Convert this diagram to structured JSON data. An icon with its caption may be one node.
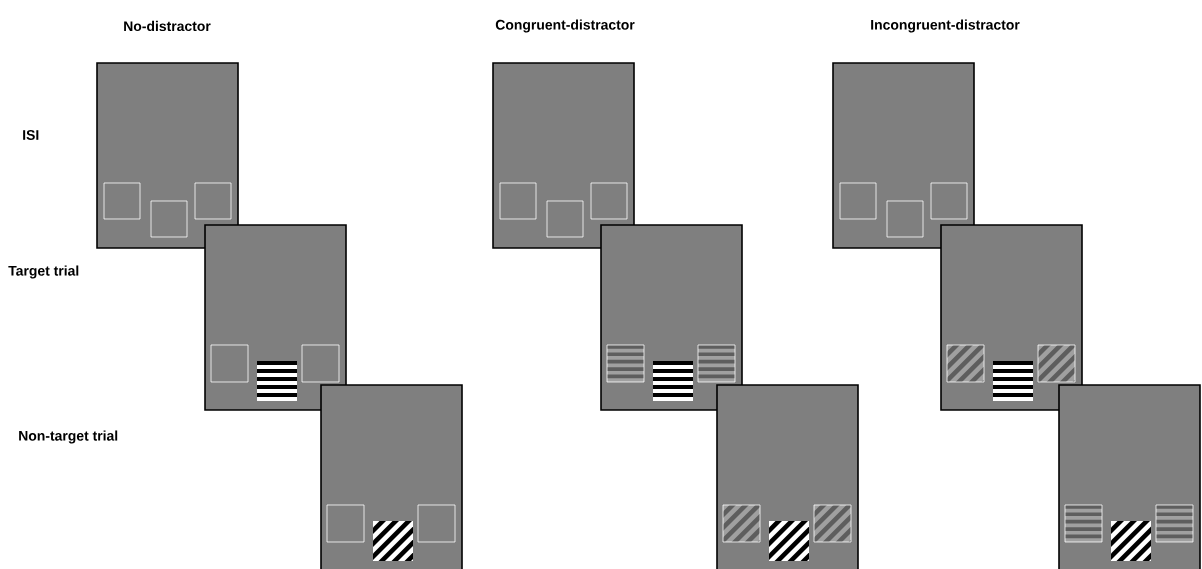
{
  "diagram": {
    "labels": [
      "No-distractor",
      "Congruent-distractor",
      "Incongruent-distractor",
      "ISI",
      "Target trial",
      "Non-target trial"
    ]
  }
}
